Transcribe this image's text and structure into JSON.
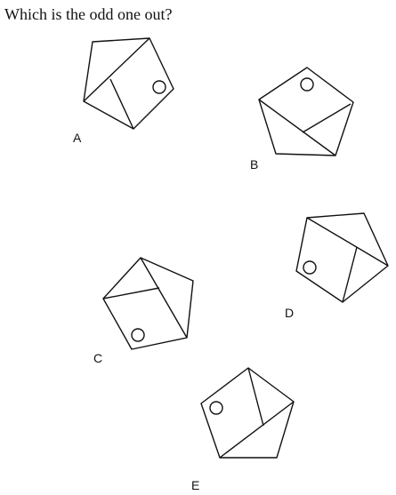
{
  "question": "Which is the odd one out?",
  "options": [
    {
      "id": "A",
      "label": "A"
    },
    {
      "id": "B",
      "label": "B"
    },
    {
      "id": "C",
      "label": "C"
    },
    {
      "id": "D",
      "label": "D"
    },
    {
      "id": "E",
      "label": "E"
    }
  ]
}
